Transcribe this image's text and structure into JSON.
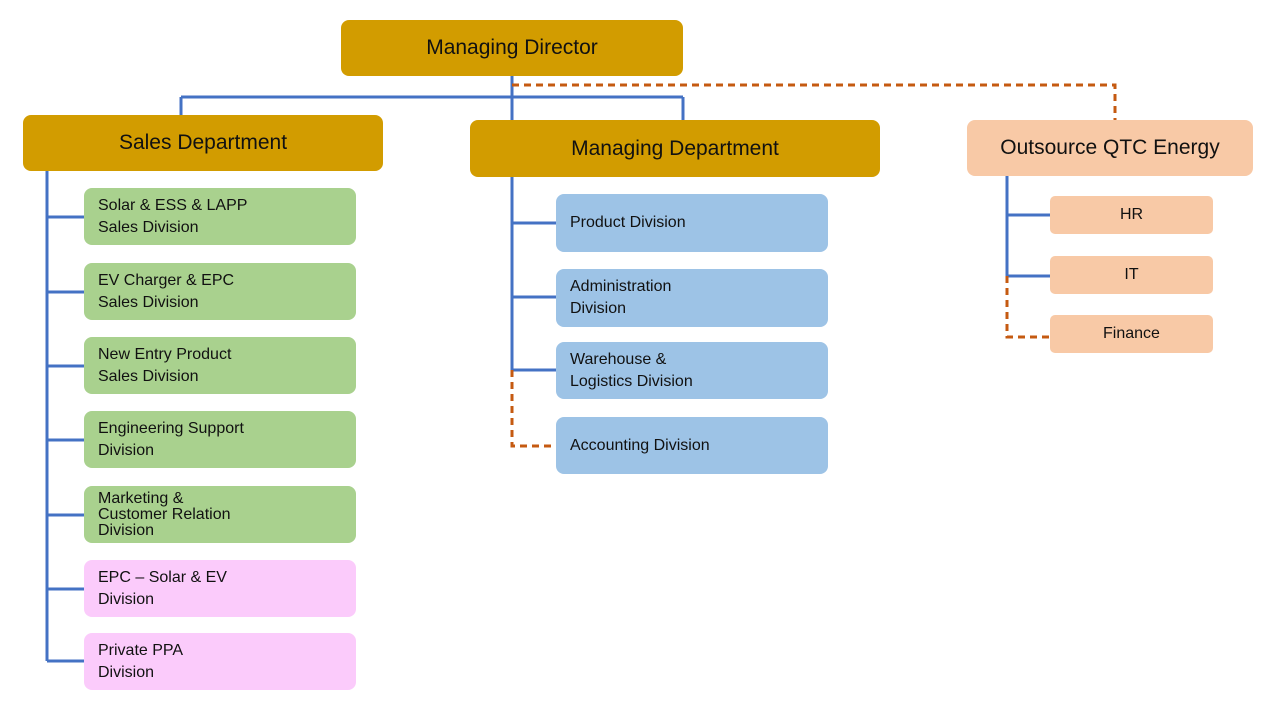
{
  "colors": {
    "head": "#d29c00",
    "outsource": "#f8c9a6",
    "sales_division": "#a9d18e",
    "epc_division": "#fbcbfb",
    "managing_division": "#9dc3e6",
    "solid_line": "#4472c4",
    "dashed_line": "#c55a11"
  },
  "top": {
    "label": "Managing Director"
  },
  "departments": {
    "sales": {
      "label": "Sales Department",
      "divisions": [
        "Solar & ESS & LAPP\nSales Division",
        "EV Charger & EPC\nSales Division",
        "New Entry Product\nSales Division",
        "Engineering Support\nDivision",
        "Marketing &\nCustomer Relation\nDivision",
        "EPC – Solar & EV\nDivision",
        "Private PPA\nDivision"
      ]
    },
    "managing": {
      "label": "Managing Department",
      "divisions": [
        "Product Division",
        "Administration\nDivision",
        "Warehouse &\nLogistics Division",
        "Accounting Division"
      ]
    },
    "outsource": {
      "label": "Outsource QTC Energy",
      "units": [
        "HR",
        "IT",
        "Finance"
      ]
    }
  }
}
